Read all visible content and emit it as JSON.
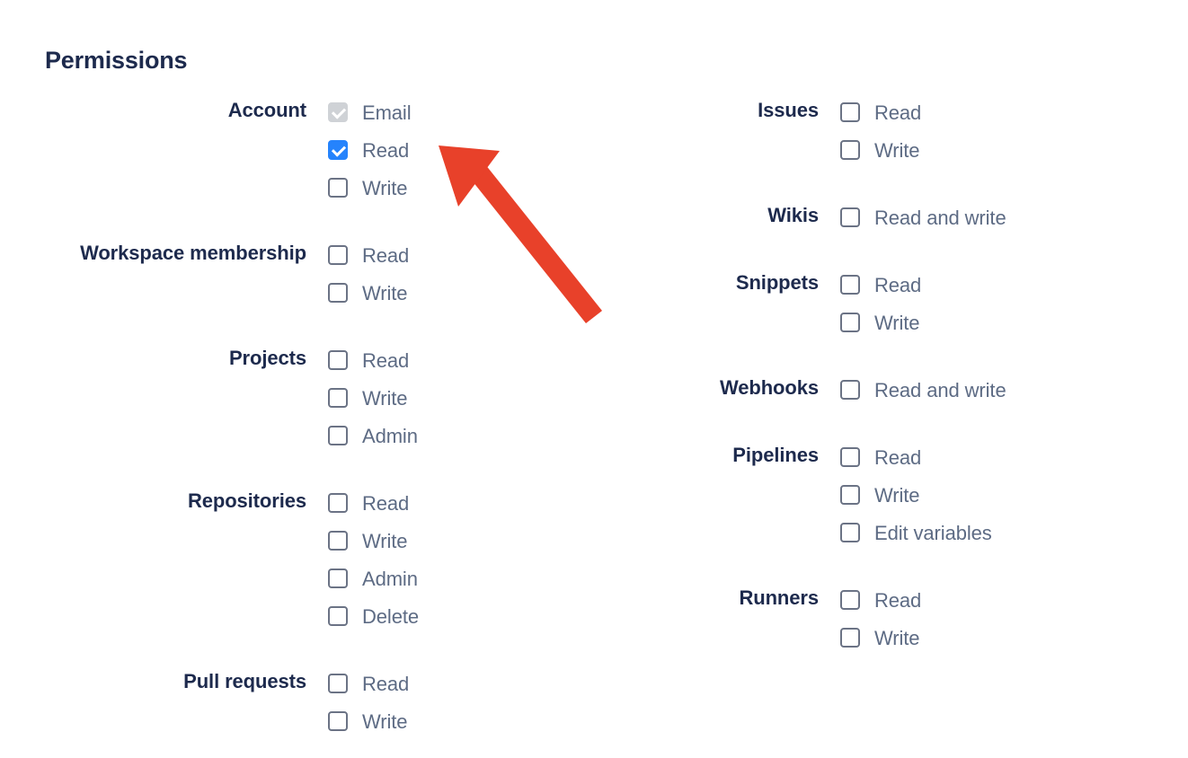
{
  "heading": "Permissions",
  "colors": {
    "heading": "#1d2a4d",
    "group_label": "#1d2a4d",
    "option_label": "#5d6b84",
    "checkbox_border": "#6b7385",
    "checkbox_checked": "#2583fc",
    "checkbox_disabled": "#cfd2d6",
    "arrow": "#e8412a",
    "background": "#ffffff"
  },
  "annotation": {
    "arrow_icon": "arrow-up-left-icon",
    "points_to": "Account Read checkbox",
    "color": "#e8412a"
  },
  "columns": {
    "left": [
      {
        "label": "Account",
        "options": [
          {
            "label": "Email",
            "checked": true,
            "disabled": true
          },
          {
            "label": "Read",
            "checked": true,
            "disabled": false
          },
          {
            "label": "Write",
            "checked": false,
            "disabled": false
          }
        ]
      },
      {
        "label": "Workspace membership",
        "options": [
          {
            "label": "Read",
            "checked": false,
            "disabled": false
          },
          {
            "label": "Write",
            "checked": false,
            "disabled": false
          }
        ]
      },
      {
        "label": "Projects",
        "options": [
          {
            "label": "Read",
            "checked": false,
            "disabled": false
          },
          {
            "label": "Write",
            "checked": false,
            "disabled": false
          },
          {
            "label": "Admin",
            "checked": false,
            "disabled": false
          }
        ]
      },
      {
        "label": "Repositories",
        "options": [
          {
            "label": "Read",
            "checked": false,
            "disabled": false
          },
          {
            "label": "Write",
            "checked": false,
            "disabled": false
          },
          {
            "label": "Admin",
            "checked": false,
            "disabled": false
          },
          {
            "label": "Delete",
            "checked": false,
            "disabled": false
          }
        ]
      },
      {
        "label": "Pull requests",
        "options": [
          {
            "label": "Read",
            "checked": false,
            "disabled": false
          },
          {
            "label": "Write",
            "checked": false,
            "disabled": false
          }
        ]
      }
    ],
    "right": [
      {
        "label": "Issues",
        "options": [
          {
            "label": "Read",
            "checked": false,
            "disabled": false
          },
          {
            "label": "Write",
            "checked": false,
            "disabled": false
          }
        ]
      },
      {
        "label": "Wikis",
        "options": [
          {
            "label": "Read and write",
            "checked": false,
            "disabled": false
          }
        ]
      },
      {
        "label": "Snippets",
        "options": [
          {
            "label": "Read",
            "checked": false,
            "disabled": false
          },
          {
            "label": "Write",
            "checked": false,
            "disabled": false
          }
        ]
      },
      {
        "label": "Webhooks",
        "options": [
          {
            "label": "Read and write",
            "checked": false,
            "disabled": false
          }
        ]
      },
      {
        "label": "Pipelines",
        "options": [
          {
            "label": "Read",
            "checked": false,
            "disabled": false
          },
          {
            "label": "Write",
            "checked": false,
            "disabled": false
          },
          {
            "label": "Edit variables",
            "checked": false,
            "disabled": false
          }
        ]
      },
      {
        "label": "Runners",
        "options": [
          {
            "label": "Read",
            "checked": false,
            "disabled": false
          },
          {
            "label": "Write",
            "checked": false,
            "disabled": false
          }
        ]
      }
    ]
  }
}
